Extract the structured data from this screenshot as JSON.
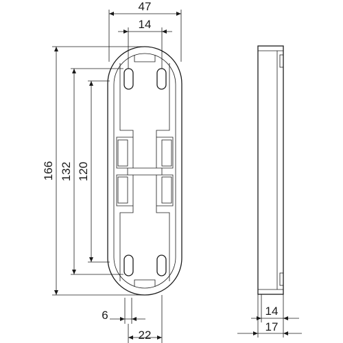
{
  "drawing": {
    "front_view": {
      "dimensions": {
        "overall_width": "47",
        "hole_spacing_top": "14",
        "overall_height": "166",
        "height_132": "132",
        "height_120": "120",
        "bottom_6": "6",
        "bottom_22": "22"
      }
    },
    "side_view": {
      "dimensions": {
        "depth_14": "14",
        "depth_17": "17"
      }
    }
  }
}
